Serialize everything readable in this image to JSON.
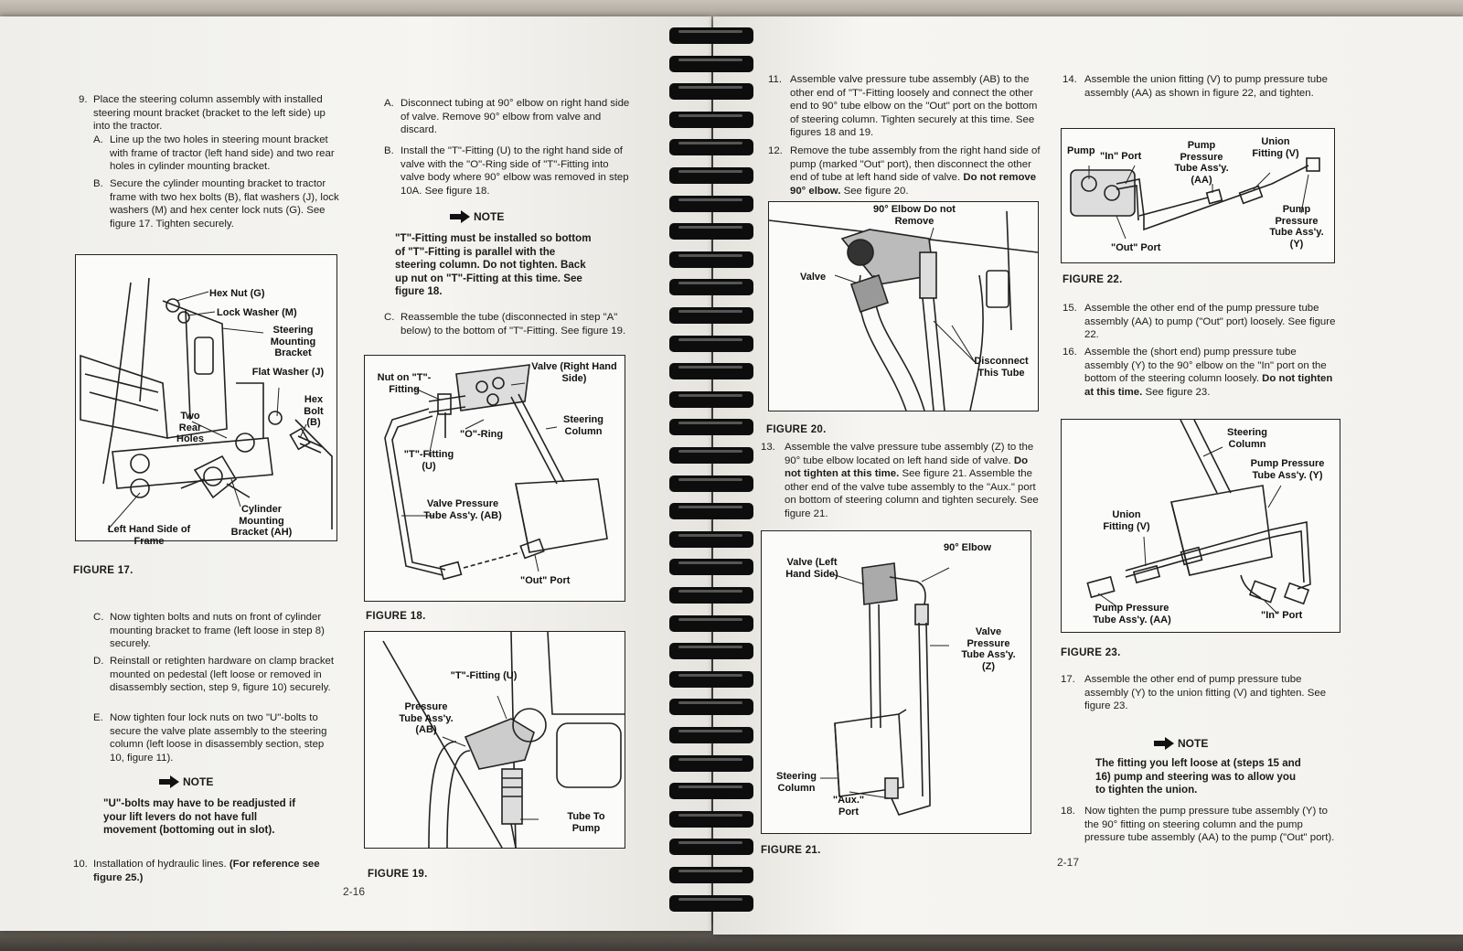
{
  "left_page": {
    "step9": {
      "num": "9.",
      "text": "Place the steering column assembly with installed steering mount bracket (bracket to the left side) up into the tractor.",
      "a_label": "A.",
      "a_text": "Line up the two holes in steering mount bracket with frame of tractor (left hand side) and two rear holes in cylinder mounting bracket.",
      "b_label": "B.",
      "b_text": "Secure the cylinder mounting bracket to tractor frame with two hex bolts (B), flat washers (J), lock washers (M) and hex center lock nuts (G). See figure 17. Tighten securely."
    },
    "figure17": {
      "caption": "FIGURE 17.",
      "labels": {
        "hex_nut": "Hex Nut (G)",
        "lock_washer": "Lock Washer (M)",
        "steering_bracket": "Steering Mounting Bracket",
        "flat_washer": "Flat Washer (J)",
        "hex_bolt": "Hex Bolt (B)",
        "rear_holes": "Two Rear Holes",
        "cylinder_bracket": "Cylinder Mounting Bracket (AH)",
        "left_side": "Left Hand Side of Frame"
      }
    },
    "steps_c_e": {
      "c_label": "C.",
      "c_text": "Now tighten bolts and nuts on front of cylinder mounting bracket to frame (left loose in step 8) securely.",
      "d_label": "D.",
      "d_text": "Reinstall or retighten hardware on clamp bracket mounted on pedestal (left loose or removed in disassembly section, step 9, figure 10) securely.",
      "e_label": "E.",
      "e_text": "Now tighten four lock nuts on two \"U\"-bolts to secure the valve plate assembly to the steering column (left loose in disassembly section, step 10, figure 11)."
    },
    "note1": {
      "head": "NOTE",
      "body": "\"U\"-bolts may have to be readjusted if your lift levers do not have full movement (bottoming out in slot)."
    },
    "step10": {
      "num": "10.",
      "text_plain": "Installation of hydraulic lines.",
      "text_bold": "(For reference see figure 25.)"
    },
    "col2": {
      "a_label": "A.",
      "a_text": "Disconnect tubing at 90° elbow on right hand side of valve. Remove 90° elbow from valve and discard.",
      "b_label": "B.",
      "b_text": "Install the \"T\"-Fitting (U) to the right hand side of valve with the \"O\"-Ring side of \"T\"-Fitting into valve body where 90° elbow was removed in step 10A. See figure 18.",
      "note_head": "NOTE",
      "note_body": "\"T\"-Fitting must be installed so bottom of \"T\"-Fitting is parallel with the steering column. Do not tighten. Back up nut on \"T\"-Fitting at this time. See figure 18.",
      "c_label": "C.",
      "c_text": "Reassemble the tube (disconnected in step \"A\" below) to the bottom of \"T\"-Fitting. See figure 19."
    },
    "figure18": {
      "caption": "FIGURE 18.",
      "labels": {
        "nut": "Nut on \"T\"-Fitting",
        "valve": "Valve (Right Hand Side)",
        "steering": "Steering Column",
        "oring": "\"O\"-Ring",
        "tfitting": "\"T\"-Fitting (U)",
        "vpt": "Valve Pressure Tube Ass'y. (AB)",
        "out": "\"Out\" Port"
      }
    },
    "figure19": {
      "caption": "FIGURE 19.",
      "labels": {
        "tfitting": "\"T\"-Fitting (U)",
        "pressure": "Pressure Tube Ass'y. (AB)",
        "tube_pump": "Tube To Pump"
      }
    },
    "page_number": "2-16"
  },
  "right_page": {
    "step11": {
      "num": "11.",
      "text": "Assemble valve pressure tube assembly (AB) to the other end of \"T\"-Fitting loosely and connect the other end to 90° tube elbow on the \"Out\" port on the bottom of steering column. Tighten securely at this time. See figures 18 and 19."
    },
    "step12": {
      "num": "12.",
      "text_plain": "Remove the tube assembly from the right hand side of pump (marked \"Out\" port), then disconnect the other end of tube at left hand side of valve.",
      "text_bold": "Do not remove 90° elbow.",
      "text_tail": "See figure 20."
    },
    "figure20": {
      "caption": "FIGURE 20.",
      "labels": {
        "elbow": "90° Elbow Do not Remove",
        "valve": "Valve",
        "disconnect": "Disconnect This Tube"
      }
    },
    "step13": {
      "num": "13.",
      "text_a": "Assemble the valve pressure tube assembly (Z) to the 90° tube elbow located on left hand side of valve.",
      "text_bold": "Do not tighten at this time.",
      "text_b": "See figure 21. Assemble the other end of the valve tube assembly to the \"Aux.\" port on bottom of steering column and tighten securely. See figure 21."
    },
    "figure21": {
      "caption": "FIGURE 21.",
      "labels": {
        "valve": "Valve (Left Hand Side)",
        "elbow": "90° Elbow",
        "vpt": "Valve Pressure Tube Ass'y. (Z)",
        "steering": "Steering Column",
        "aux": "\"Aux.\" Port"
      }
    },
    "step14": {
      "num": "14.",
      "text": "Assemble the union fitting (V) to pump pressure tube assembly (AA) as shown in figure 22, and tighten."
    },
    "figure22": {
      "caption": "FIGURE 22.",
      "labels": {
        "pump": "Pump",
        "in": "\"In\" Port",
        "ppt": "Pump Pressure Tube Ass'y. (AA)",
        "union": "Union Fitting (V)",
        "ppt_y": "Pump Pressure Tube Ass'y. (Y)",
        "out": "\"Out\" Port"
      }
    },
    "step15": {
      "num": "15.",
      "text": "Assemble the other end of the pump pressure tube assembly (AA) to pump (\"Out\" port) loosely. See figure 22."
    },
    "step16": {
      "num": "16.",
      "text_a": "Assemble the (short end) pump pressure tube assembly (Y) to the 90° elbow on the \"In\" port on the bottom of the steering column loosely.",
      "text_bold": "Do not tighten at this time.",
      "text_b": "See figure 23."
    },
    "figure23": {
      "caption": "FIGURE 23.",
      "labels": {
        "steering": "Steering Column",
        "ppt_y": "Pump Pressure Tube Ass'y. (Y)",
        "union": "Union Fitting (V)",
        "ppt_aa": "Pump Pressure Tube Ass'y. (AA)",
        "in": "\"In\" Port"
      }
    },
    "step17": {
      "num": "17.",
      "text": "Assemble the other end of pump pressure tube assembly (Y) to the union fitting (V) and tighten. See figure 23."
    },
    "note": {
      "head": "NOTE",
      "body": "The fitting you left loose at (steps 15 and 16) pump and steering was to allow you to tighten the union."
    },
    "step18": {
      "num": "18.",
      "text": "Now tighten the pump pressure tube assembly (Y) to the 90° fitting on steering column and the pump pressure tube assembly (AA) to the pump (\"Out\" port)."
    },
    "page_number": "2-17"
  },
  "colors": {
    "paper": "#f4f3f0",
    "ink": "#1c1c1c",
    "binding": "#0d0d0d",
    "table": "#5b5650"
  }
}
